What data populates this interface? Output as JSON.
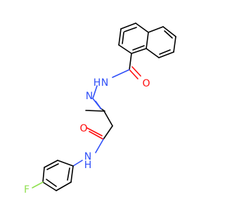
{
  "molecule": {
    "atoms": {
      "o_top": {
        "symbol": "O",
        "color": "#ff0d0d"
      },
      "n_upper": {
        "symbol": "N",
        "color": "#3050f8"
      },
      "h_upper": {
        "symbol": "H",
        "color": "#3050f8"
      },
      "n_lower": {
        "symbol": "N",
        "color": "#3050f8"
      },
      "o_amide": {
        "symbol": "O",
        "color": "#ff0d0d"
      },
      "n_amide": {
        "symbol": "N",
        "color": "#3050f8"
      },
      "h_amide": {
        "symbol": "H",
        "color": "#3050f8"
      },
      "f": {
        "symbol": "F",
        "color": "#90e050"
      }
    }
  }
}
